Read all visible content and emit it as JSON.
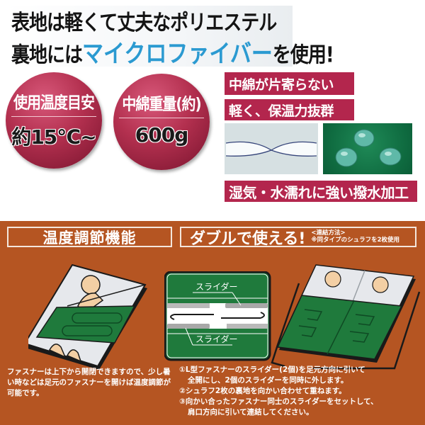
{
  "banner": {
    "line1": "表地は軽くて丈夫なポリエステル",
    "line2_prefix": "裏地には",
    "line2_accent": "マイクロファイバー",
    "line2_suffix": "を使用!",
    "accent_color": "#2b9ad1"
  },
  "specs": [
    {
      "label": "使用温度目安",
      "value": "約15℃~"
    },
    {
      "label": "中綿重量(約)",
      "value": "600g"
    }
  ],
  "features": [
    "中綿が片寄らない",
    "軽く、保温力抜群",
    "湿気・水濡れに強い撥水加工"
  ],
  "photos": {
    "batting": "quilted-batting-cross-section",
    "water": "water-droplets-on-green-fabric"
  },
  "brown_section": {
    "bg_color": "#b55522",
    "header_left": "温度調節機能",
    "header_right": "ダブルで使える!",
    "header_right_note1": "<連結方法>",
    "header_right_note2": "※同タイプのシュラフを2枚使用",
    "zipper_label_top": "スライダー",
    "zipper_label_bottom": "スライダー",
    "desc_left": "ファスナーは上下から開閉できますので、少し暑い時などは足元のファスナーを開けば温度調節が可能です。",
    "steps": [
      {
        "num": "①",
        "line1": "L型ファスナーのスライダー(2個)を足元方向に引いて",
        "line2": "全開にし、2個のスライダーを同時に外します。"
      },
      {
        "num": "②",
        "line1": "シュラフ2枚の裏地を向かい合わせて重ねます。",
        "line2": ""
      },
      {
        "num": "③",
        "line1": "向かい合ったファスナー同士のスライダーをセットして、",
        "line2": "肩口方向に引いて連結してください。"
      }
    ]
  },
  "colors": {
    "crimson": "#b3264d",
    "brown": "#b55522",
    "green": "#1f7a3c",
    "skin": "#f3cfa4"
  }
}
